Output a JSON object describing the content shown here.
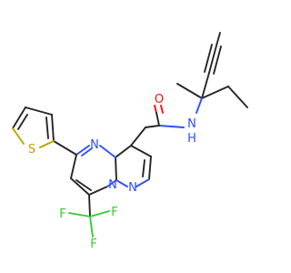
{
  "molecule": {
    "atom_labels": {
      "O": "O",
      "N_amide": "N",
      "H_amide": "H",
      "N_ring_top": "N",
      "N_bridge": "N",
      "N_pyrazole": "N",
      "S": "S",
      "F1": "F",
      "F2": "F",
      "F3": "F"
    }
  },
  "colors": {
    "carbon": "#262626",
    "nitrogen": "#3050f8",
    "oxygen": "#ff0d0d",
    "sulfur": "#b8a300",
    "fluorine": "#33cc33"
  }
}
